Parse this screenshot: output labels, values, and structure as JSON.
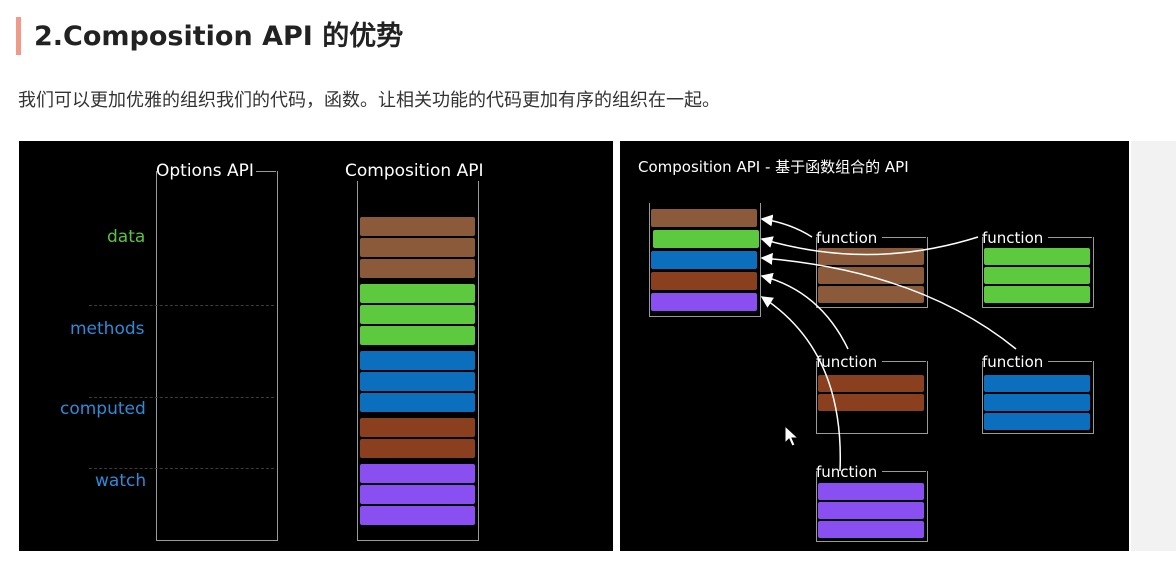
{
  "heading": "2.Composition API 的优势",
  "intro": "我们可以更加优雅的组织我们的代码，函数。让相关功能的代码更加有序的组织在一起。",
  "left_figure": {
    "options_title": "Options API",
    "composition_title": "Composition API",
    "labels": [
      {
        "text": "data",
        "color": "#5cc33f"
      },
      {
        "text": "methods",
        "color": "#2e8bd8"
      },
      {
        "text": "computed",
        "color": "#2e8bd8"
      },
      {
        "text": "watch",
        "color": "#2e8bd8"
      }
    ],
    "block_groups": [
      {
        "color": "#8a5a3b",
        "count": 3
      },
      {
        "color": "#5cc93f",
        "count": 3
      },
      {
        "color": "#0b6fbd",
        "count": 3
      },
      {
        "color": "#8a3f1e",
        "count": 2
      },
      {
        "color": "#8a4ff0",
        "count": 3
      }
    ]
  },
  "right_figure": {
    "title": "Composition API - 基于函数组合的 API",
    "stack_colors": [
      "#8a5a3b",
      "#5cc93f",
      "#0b6fbd",
      "#8a3f1e",
      "#8a4ff0"
    ],
    "functions": [
      {
        "label": "function",
        "color": "#8a5a3b",
        "count": 3
      },
      {
        "label": "function",
        "color": "#5cc93f",
        "count": 3
      },
      {
        "label": "function",
        "color": "#8a3f1e",
        "count": 2
      },
      {
        "label": "function",
        "color": "#0b6fbd",
        "count": 3
      },
      {
        "label": "function",
        "color": "#8a4ff0",
        "count": 3
      }
    ]
  }
}
